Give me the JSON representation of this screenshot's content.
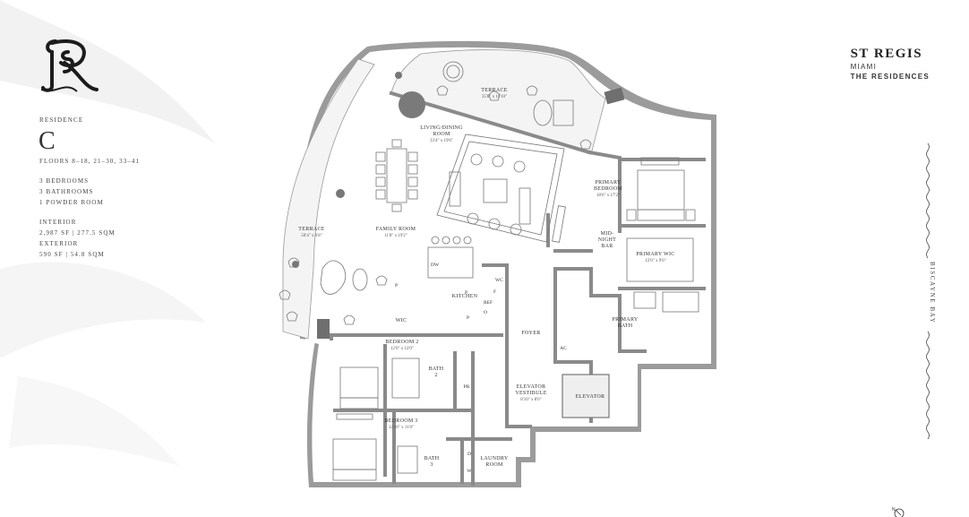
{
  "logo": {
    "icon": "monogram-sr-icon"
  },
  "residence": {
    "label": "RESIDENCE",
    "letter": "C",
    "floors": "FLOORS 8–18, 21–30, 33–41",
    "bedrooms": "3 BEDROOMS",
    "bathrooms": "3 BATHROOMS",
    "powder": "1 POWDER ROOM",
    "interior_label": "INTERIOR",
    "interior_value": "2,987 SF | 277.5 SQM",
    "exterior_label": "EXTERIOR",
    "exterior_value": "590 SF | 54.8 SQM"
  },
  "brand": {
    "name": "ST REGIS",
    "city": "MIAMI",
    "tagline": "THE RESIDENCES"
  },
  "side_label": "BISCAYNE BAY",
  "north_label": "N",
  "rooms": {
    "terrace_top": "TERRACE",
    "terrace_top_dim": "35'8\" x 11'10\"",
    "living": "LIVING/DINING",
    "living2": "ROOM",
    "living_dim": "33'4\" x 19'6\"",
    "primary_bed": "PRIMARY",
    "primary_bed2": "BEDROOM",
    "primary_bed_dim": "18'6\" x 17'2\"",
    "terrace_left": "TERRACE",
    "terrace_left_dim": "50'4\" x 6'8\"",
    "family": "FAMILY ROOM",
    "family_dim": "11'8\" x 19'2\"",
    "midnight": "MID-",
    "midnight2": "NIGHT",
    "midnight3": "BAR",
    "primary_wic": "PRIMARY WIC",
    "primary_wic_dim": "12'0\" x 9'6\"",
    "dw": "DW",
    "p1": "P",
    "p2": "P",
    "p3": "P",
    "wc": "WC",
    "f": "F",
    "ref": "REF",
    "o": "O",
    "kitchen": "KITCHEN",
    "wic": "WIC",
    "primary_bath": "PRIMARY",
    "primary_bath2": "BATH",
    "foyer": "FOYER",
    "ac": "AC",
    "bedroom2": "BEDROOM 2",
    "bedroom2_dim": "12'0\" x 12'0\"",
    "bath2": "BATH",
    "bath2_num": "2",
    "pr": "PR",
    "elev_vest": "ELEVATOR",
    "elev_vest2": "VESTIBULE",
    "elev_vest_dim": "8'10\" x 8'0\"",
    "elevator": "ELEVATOR",
    "bedroom3": "BEDROOM 3",
    "bedroom3_dim": "12'10\" x 11'0\"",
    "bath3": "BATH",
    "bath3_num": "3",
    "d": "D",
    "w": "W",
    "laundry": "LAUNDRY",
    "laundry2": "ROOM"
  }
}
